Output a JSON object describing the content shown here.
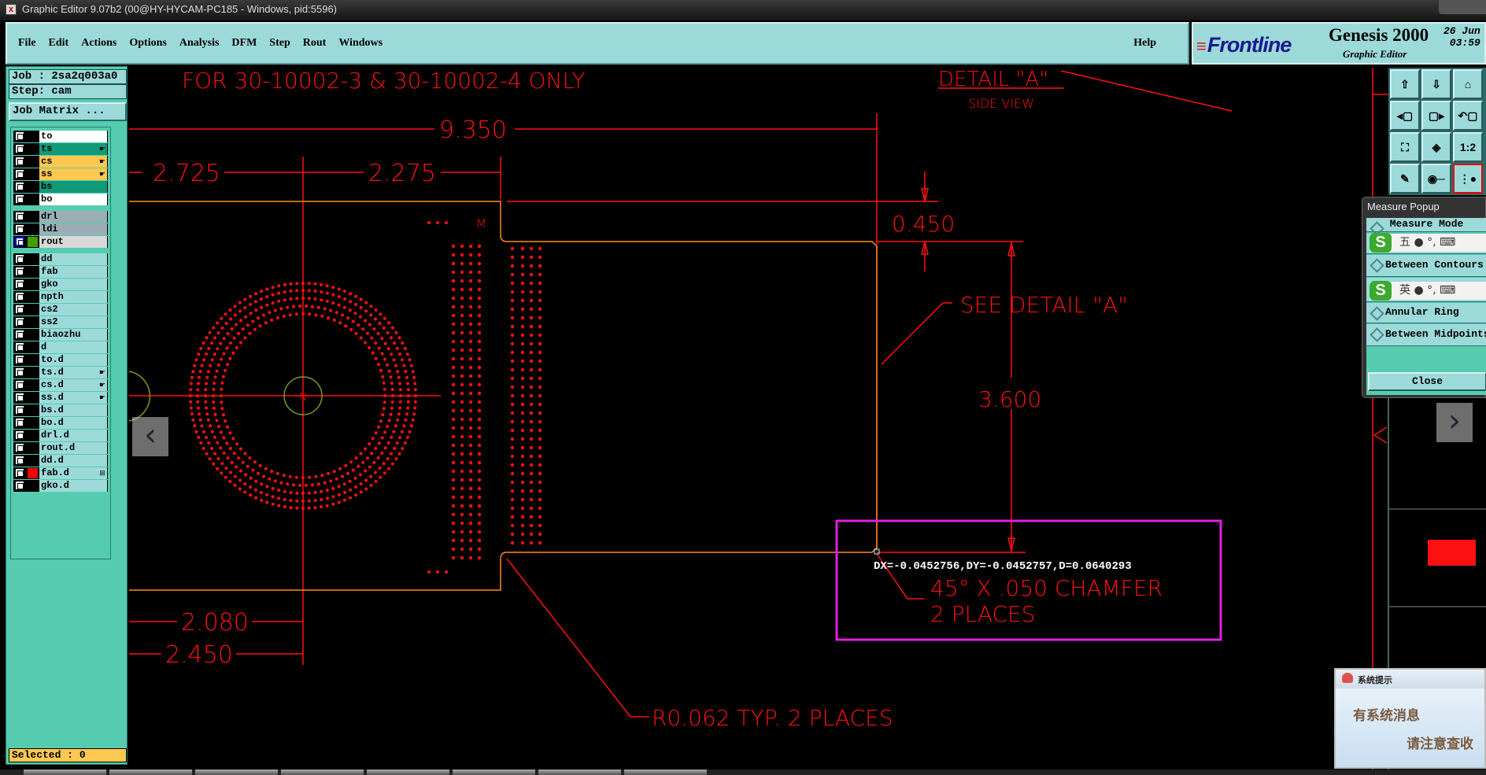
{
  "window": {
    "title": "Graphic Editor 9.07b2 (00@HY-HYCAM-PC185 - Windows, pid:5596)"
  },
  "menu": {
    "items": [
      "File",
      "Edit",
      "Actions",
      "Options",
      "Analysis",
      "DFM",
      "Step",
      "Rout",
      "Windows"
    ],
    "help": "Help"
  },
  "brand": {
    "logo": "Frontline",
    "product": "Genesis 2000",
    "subtitle": "Graphic Editor",
    "date": "26 Jun",
    "time": "03:59"
  },
  "job": {
    "job": "Job : 2sa2q003a0",
    "step": "Step: cam",
    "matrix_button": "Job Matrix ..."
  },
  "layers": [
    {
      "name": "to",
      "color": "#ffffff",
      "group": 0
    },
    {
      "name": "ts",
      "color": "#109a78",
      "group": 0,
      "flag": "hand"
    },
    {
      "name": "cs",
      "color": "#ffc850",
      "group": 0,
      "flag": "hand"
    },
    {
      "name": "ss",
      "color": "#ffc850",
      "group": 0,
      "flag": "hand"
    },
    {
      "name": "bs",
      "color": "#109a78",
      "group": 0
    },
    {
      "name": "bo",
      "color": "#ffffff",
      "group": 0
    },
    {
      "name": "drl",
      "color": "#9aaeb4",
      "group": 1
    },
    {
      "name": "ldi",
      "color": "#9aaeb4",
      "group": 1
    },
    {
      "name": "rout",
      "color": "#d8d8d8",
      "group": 1,
      "swatch": "#40a000",
      "active": true
    },
    {
      "name": "dd",
      "color": "#9cdad9",
      "group": 2
    },
    {
      "name": "fab",
      "color": "#9cdad9",
      "group": 2
    },
    {
      "name": "gko",
      "color": "#9cdad9",
      "group": 2
    },
    {
      "name": "npth",
      "color": "#9cdad9",
      "group": 2
    },
    {
      "name": "cs2",
      "color": "#9cdad9",
      "group": 2
    },
    {
      "name": "ss2",
      "color": "#9cdad9",
      "group": 2
    },
    {
      "name": "biaozhu",
      "color": "#9cdad9",
      "group": 2
    },
    {
      "name": "d",
      "color": "#9cdad9",
      "group": 2
    },
    {
      "name": "to.d",
      "color": "#9cdad9",
      "group": 2
    },
    {
      "name": "ts.d",
      "color": "#9cdad9",
      "group": 2,
      "flag": "hand"
    },
    {
      "name": "cs.d",
      "color": "#9cdad9",
      "group": 2,
      "flag": "hand"
    },
    {
      "name": "ss.d",
      "color": "#9cdad9",
      "group": 2,
      "flag": "hand"
    },
    {
      "name": "bs.d",
      "color": "#9cdad9",
      "group": 2
    },
    {
      "name": "bo.d",
      "color": "#9cdad9",
      "group": 2
    },
    {
      "name": "drl.d",
      "color": "#9cdad9",
      "group": 2
    },
    {
      "name": "rout.d",
      "color": "#9cdad9",
      "group": 2
    },
    {
      "name": "dd.d",
      "color": "#9cdad9",
      "group": 2
    },
    {
      "name": "fab.d",
      "color": "#9cdad9",
      "group": 2,
      "swatch": "#ff0000",
      "flag": "box"
    },
    {
      "name": "gko.d",
      "color": "#9cdad9",
      "group": 2
    }
  ],
  "selected": "Selected : 0",
  "drawing": {
    "note_top": "FOR 30-10002-3 & 30-10002-4 ONLY",
    "detail_title": "DETAIL \"A\"",
    "detail_sub": "SIDE VIEW",
    "dim_overall": "9.350",
    "dim_left": "2.725",
    "dim_mid": "2.275",
    "dim_step": "0.450",
    "dim_height": "3.600",
    "see_detail": "SEE DETAIL \"A\"",
    "dim_bottom1": "2.080",
    "dim_bottom2": "2.450",
    "chamfer_line1": "45° X .050 CHAMFER",
    "chamfer_line2": "2 PLACES",
    "radius_note": "R0.062 TYP. 2 PLACES",
    "marker_m": "M",
    "marker_n": "N",
    "measure_readout": "DX=-0.0452756,DY=-0.0452757,D=0.0640293"
  },
  "toolbar": {
    "icons": [
      "move-up",
      "move-down",
      "home",
      "pan-left",
      "pan-right",
      "undo-view",
      "zoom-fit",
      "zoom-center",
      "scale-1-2",
      "tools",
      "snap",
      "layer-colors"
    ],
    "scale_label": "1:2"
  },
  "measure_popup": {
    "title": "Measure Popup",
    "header": "Measure Mode",
    "items": [
      "Between Contours",
      "Annular Ring",
      "Between Midpoints"
    ],
    "close": "Close",
    "ime1": "五 ● °, ⌨",
    "ime2": "英 ● °, ⌨"
  },
  "system_popup": {
    "title": "系统提示",
    "line1": "有系统消息",
    "line2": "请注意查收"
  },
  "colors": {
    "draw_red": "#ff1010",
    "outline_orange": "#ff8a1a",
    "highlight": "#e020e0",
    "panel": "#9cdad9",
    "panel_green": "#55ccb0"
  }
}
